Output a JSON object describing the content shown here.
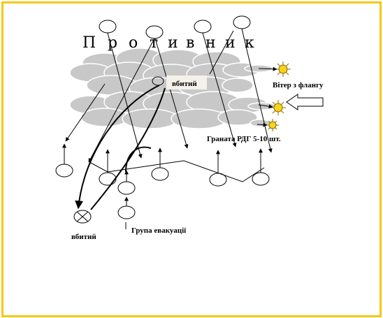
{
  "diagram": {
    "title_letters": [
      "П",
      "р",
      "о",
      "т",
      "и",
      "в",
      "н",
      "и",
      "к"
    ],
    "labels": {
      "killed_upper": "вбитий",
      "killed_lower": "вбитий",
      "wind": "Вітер з флангу",
      "grenades": "Граната РДГ 5-10 шт.",
      "evacuation": "Група евакуації"
    },
    "colors": {
      "frame": "#f5c818",
      "smoke": "#c8c8c8",
      "smoke_stroke": "#ffffff",
      "sun": "#f7d31a",
      "ink": "#000000"
    }
  }
}
